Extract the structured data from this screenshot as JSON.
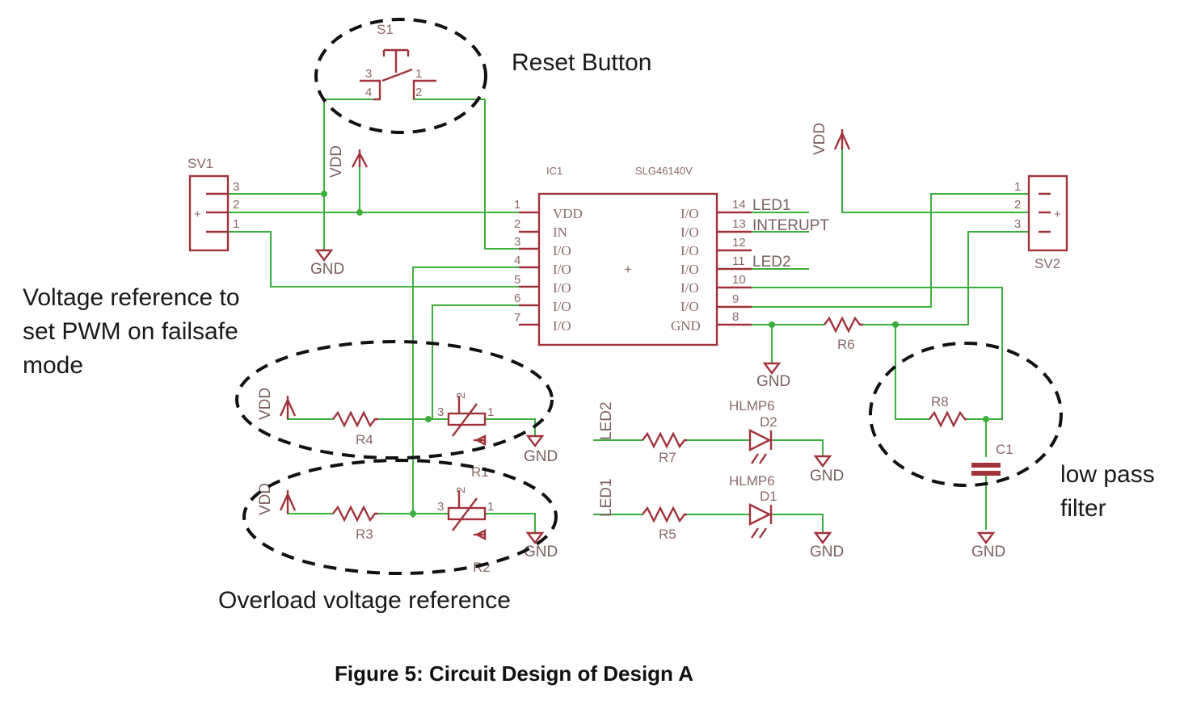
{
  "annotations": {
    "reset_button": "Reset Button",
    "voltage_ref_line1": "Voltage reference to",
    "voltage_ref_line2": "set PWM on failsafe",
    "voltage_ref_line3": "mode",
    "low_pass_line1": "low pass",
    "low_pass_line2": "filter",
    "overload": "Overload voltage reference"
  },
  "caption": "Figure 5: Circuit Design of Design A",
  "parts": {
    "s1": "S1",
    "sv1": "SV1",
    "sv2": "SV2",
    "ic1": "IC1",
    "ic_model": "SLG46140V",
    "r1": "R1",
    "r2": "R2",
    "r3": "R3",
    "r4": "R4",
    "r5": "R5",
    "r6": "R6",
    "r7": "R7",
    "r8": "R8",
    "c1": "C1",
    "d1": "D1",
    "d2": "D2",
    "led_model_1": "HLMP6",
    "led_model_2": "HLMP6"
  },
  "nets": {
    "vdd": "VDD",
    "gnd": "GND",
    "led1": "LED1",
    "led2": "LED2",
    "interupt": "INTERUPT"
  },
  "ic_left_pins": [
    {
      "num": "1",
      "name": "VDD"
    },
    {
      "num": "2",
      "name": "IN"
    },
    {
      "num": "3",
      "name": "I/O"
    },
    {
      "num": "4",
      "name": "I/O"
    },
    {
      "num": "5",
      "name": "I/O"
    },
    {
      "num": "6",
      "name": "I/O"
    },
    {
      "num": "7",
      "name": "I/O"
    }
  ],
  "ic_right_pins": [
    {
      "num": "14",
      "name": "I/O"
    },
    {
      "num": "13",
      "name": "I/O"
    },
    {
      "num": "12",
      "name": "I/O"
    },
    {
      "num": "11",
      "name": "I/O"
    },
    {
      "num": "10",
      "name": "I/O"
    },
    {
      "num": "9",
      "name": "I/O"
    },
    {
      "num": "8",
      "name": "GND"
    }
  ],
  "pin_numbers": {
    "one": "1",
    "two": "2",
    "three": "3",
    "four": "4",
    "plus": "+"
  },
  "colors": {
    "wire": "#3cae3c",
    "component": "#a0333a",
    "label": "#8a6a6a",
    "annotation": "#1a1a1a"
  }
}
